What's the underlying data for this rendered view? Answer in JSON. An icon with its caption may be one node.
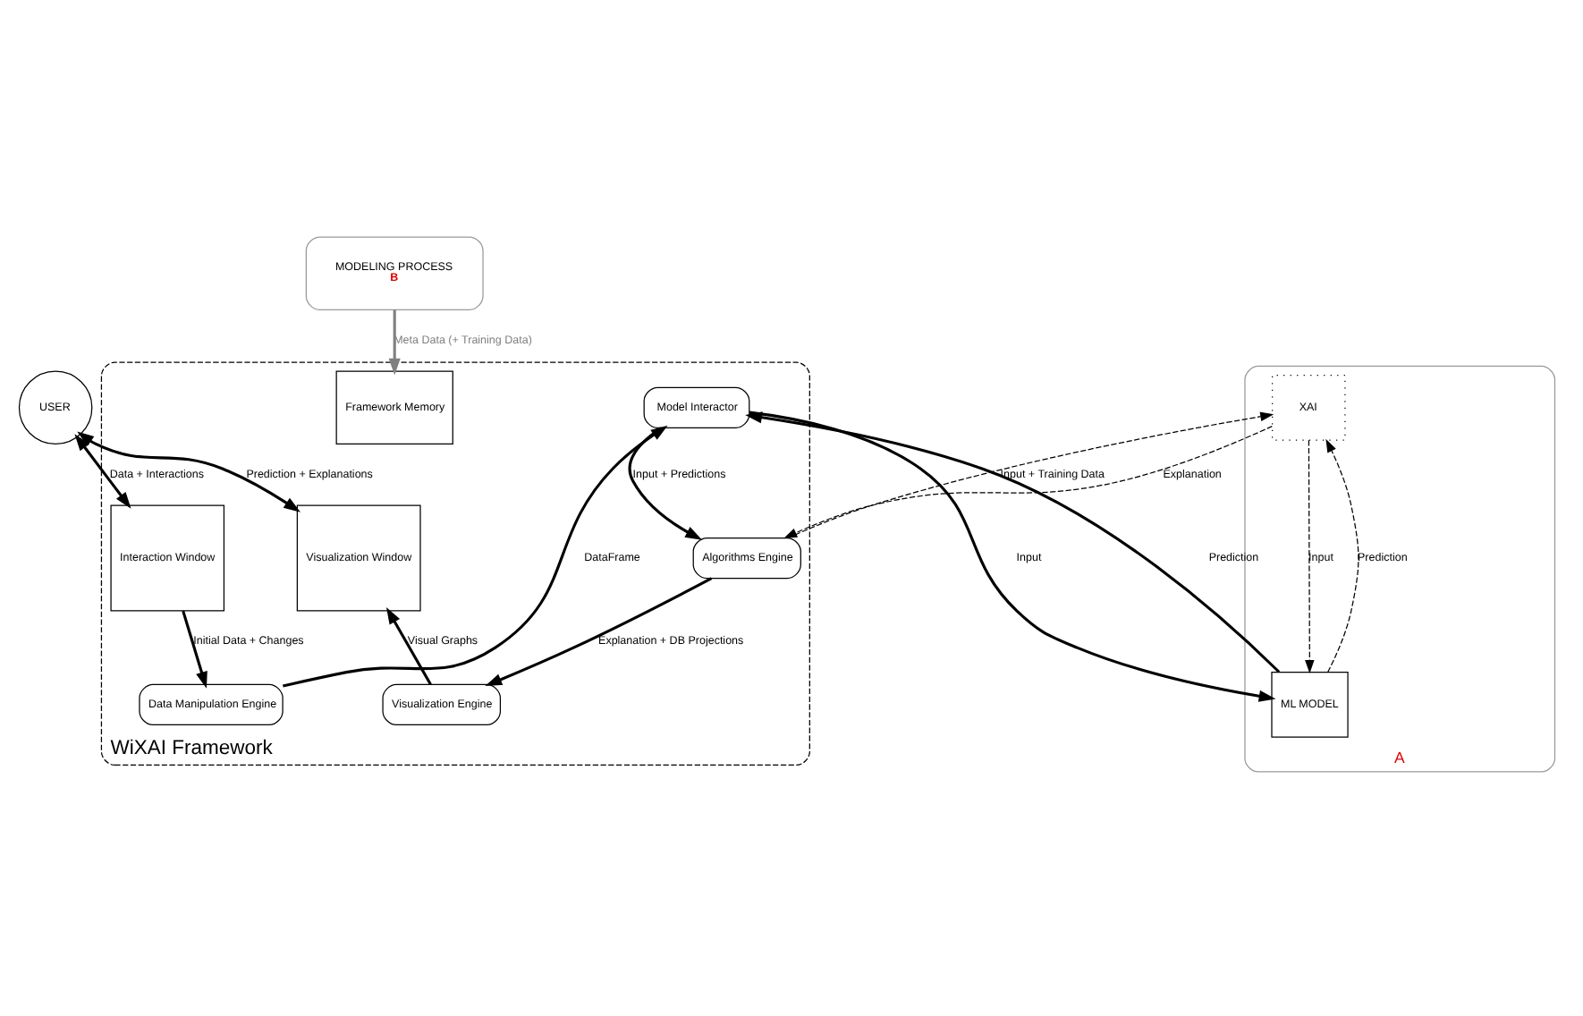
{
  "diagram": {
    "nodes": [
      {
        "text": [
          "MODELING PROCESS",
          "B"
        ]
      },
      {
        "text": [
          "WiXAI Framework"
        ]
      },
      {
        "text": [
          "Interaction Window"
        ],
        "in": 1
      },
      {
        "text": [
          "Data Manipulation Engine"
        ],
        "in": 1
      },
      {
        "text": [
          "Model Interactor"
        ],
        "in": 1
      },
      {
        "text": [
          "Framework Memory"
        ],
        "in": 1
      },
      {
        "text": [
          "Visualization Window"
        ],
        "in": 1
      },
      {
        "text": [
          "Algorithms Engine"
        ],
        "in": 1
      },
      {
        "text": [
          "Visualization Engine"
        ],
        "in": 1
      },
      {
        "text": [
          "A"
        ]
      },
      {
        "text": [
          "ML MODEL"
        ],
        "in": 9
      },
      {
        "text": [
          "XAI"
        ],
        "in": 9
      },
      {
        "text": [
          "USER"
        ]
      }
    ],
    "edges": [
      {
        "from": 0,
        "to": 5,
        "arrow": "to",
        "label": "Meta Data (+ Training Data)",
        "color": "#808080"
      },
      {
        "from": 12,
        "to": 2,
        "arrow": "both",
        "label": "Data + Interactions"
      },
      {
        "from": 12,
        "to": 6,
        "arrow": "both",
        "label": "Prediction + Explanations"
      },
      {
        "from": 2,
        "to": 3,
        "arrow": "to",
        "label": "Initial Data + Changes"
      },
      {
        "from": 3,
        "to": 4,
        "arrow": "to",
        "label": "DataFrame"
      },
      {
        "from": 4,
        "to": 10,
        "arrow": "to",
        "label": "Input"
      },
      {
        "from": 10,
        "to": 4,
        "arrow": "to",
        "label": "Prediction"
      },
      {
        "from": 4,
        "to": 7,
        "arrow": "to",
        "label": "Input + Predictions"
      },
      {
        "from": 7,
        "to": 11,
        "arrow": "to",
        "label": "Input + Training Data",
        "style": "dashed"
      },
      {
        "from": 11,
        "to": 7,
        "arrow": "to",
        "label": "Explanation",
        "style": "dashed"
      },
      {
        "from": 11,
        "to": 10,
        "arrow": "to",
        "label": "Input",
        "style": "dashed"
      },
      {
        "from": 10,
        "to": 11,
        "arrow": "to",
        "label": "Prediction",
        "style": "dashed"
      },
      {
        "from": 7,
        "to": 8,
        "arrow": "to",
        "label": "Explanation + DB Projections"
      },
      {
        "from": 8,
        "to": 6,
        "arrow": "to",
        "label": "Visual Graphs"
      }
    ]
  }
}
